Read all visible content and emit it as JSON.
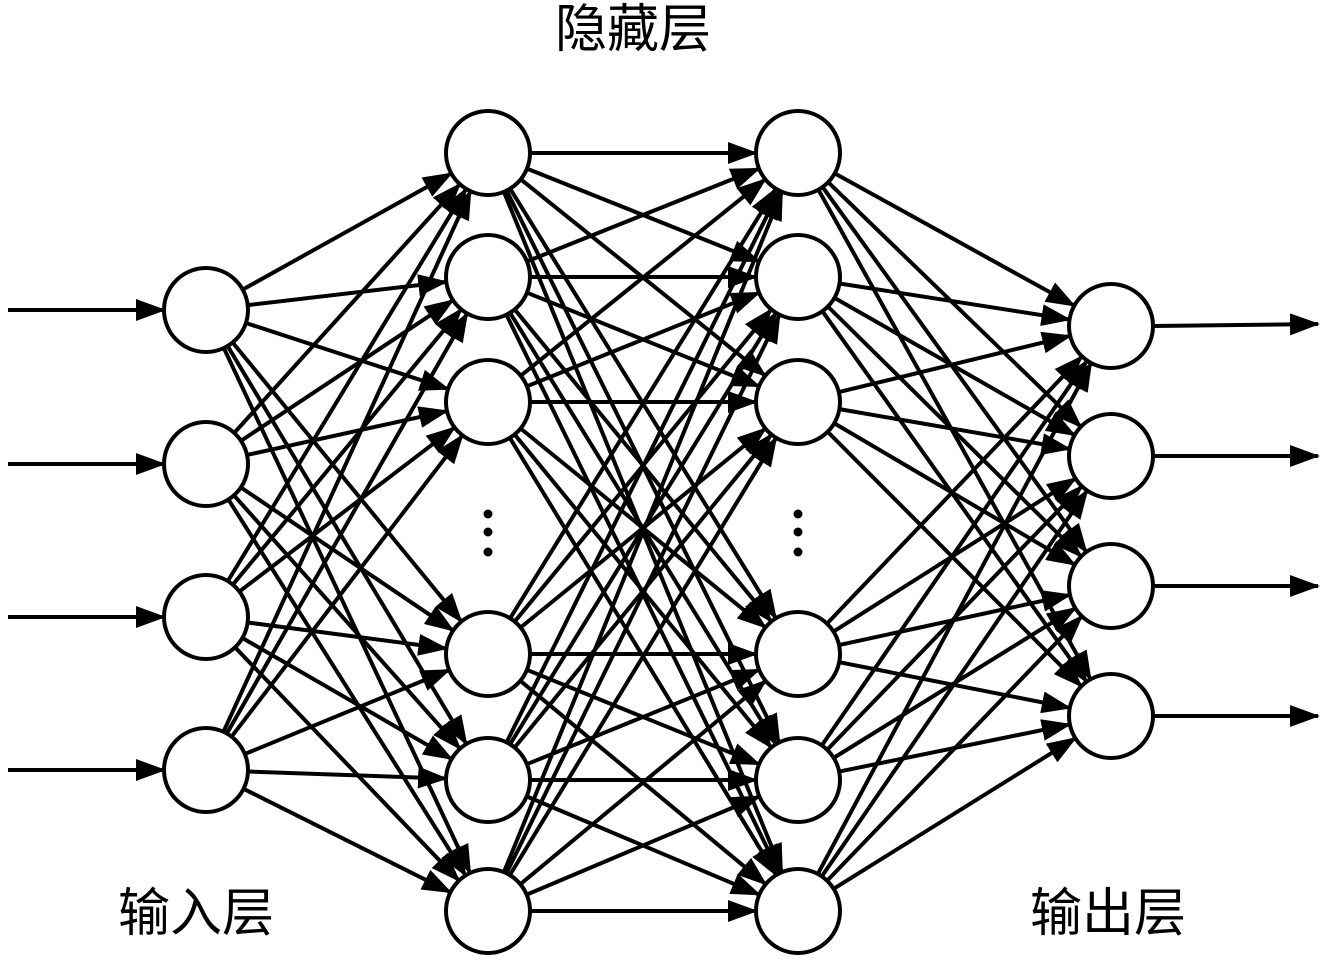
{
  "diagram": {
    "labels": {
      "hidden": "隐藏层",
      "input": "输入层",
      "output": "输出层"
    },
    "layers": [
      {
        "id": "input",
        "nodes": 4,
        "ellipsis": false
      },
      {
        "id": "hidden-1",
        "nodes": 6,
        "ellipsis": true
      },
      {
        "id": "hidden-2",
        "nodes": 6,
        "ellipsis": true
      },
      {
        "id": "output",
        "nodes": 4,
        "ellipsis": false
      }
    ],
    "connectivity": "fully-connected",
    "external_inputs": 4,
    "external_outputs": 4,
    "colors": {
      "stroke": "#000000",
      "fill": "#ffffff"
    }
  }
}
